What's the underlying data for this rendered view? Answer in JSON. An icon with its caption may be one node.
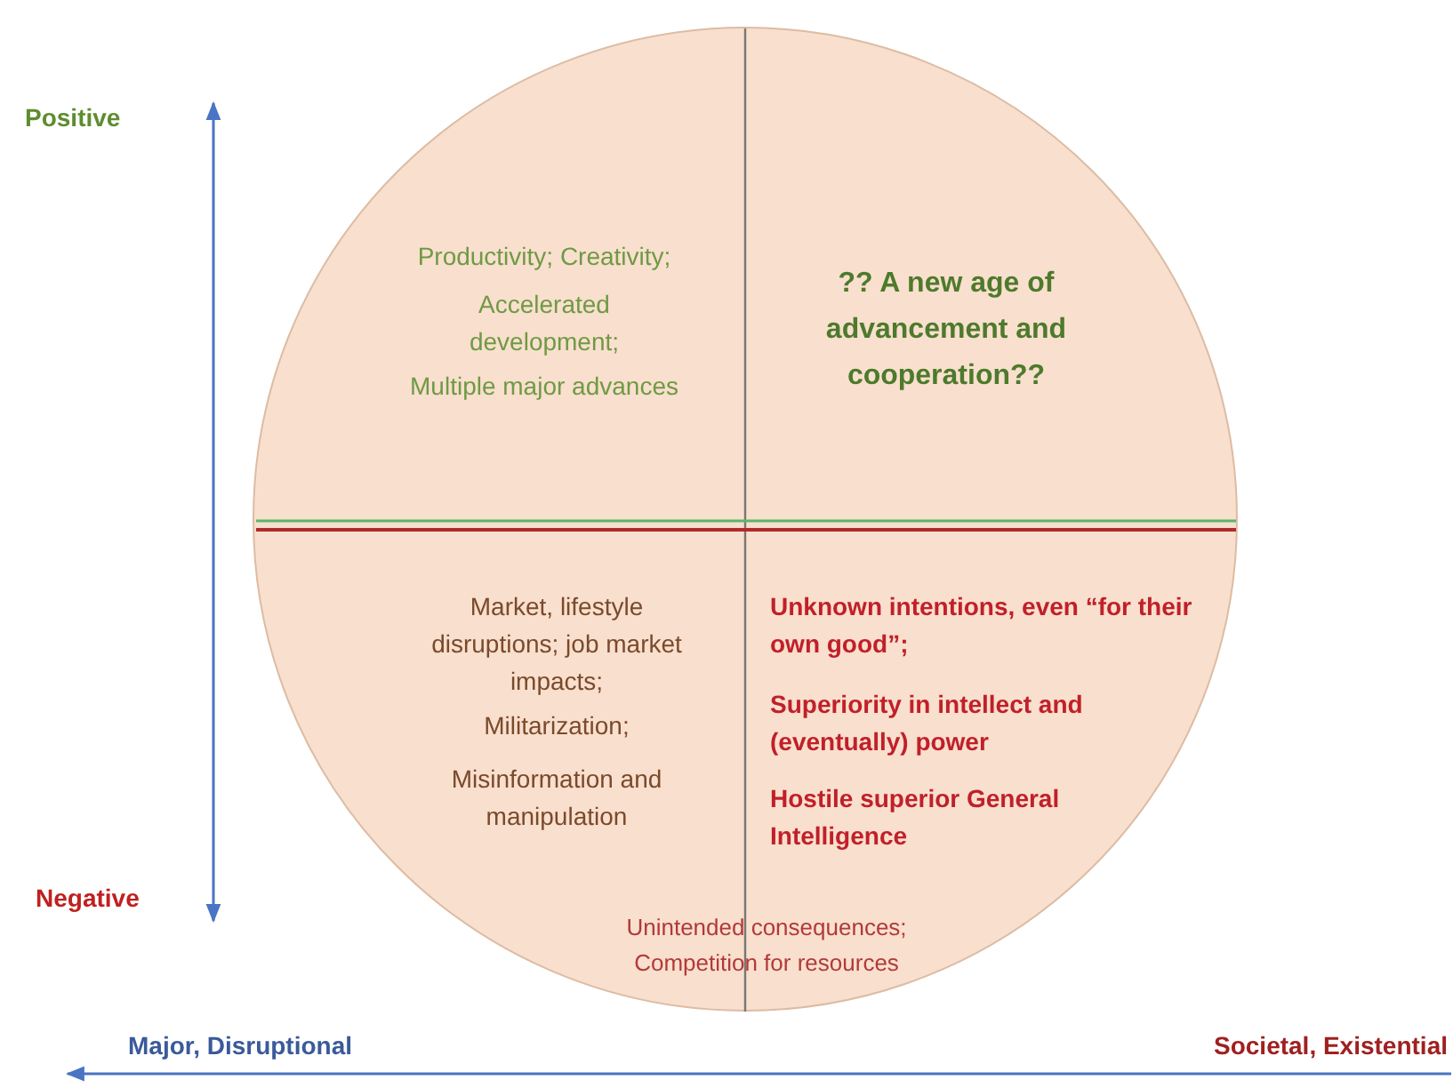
{
  "diagram": {
    "nodes": [
      {
        "text": [
          "Productivity; Creativity;",
          "Accelerated development;",
          "Multiple major advances",
          "?? A new age of advancement and cooperation??",
          "Market, lifestyle disruptions; job market impacts;",
          "Militarization;",
          "Misinformation and manipulation",
          "Unknown intentions, even “for their own good”;",
          "Superiority in intellect and (eventually) power",
          "Hostile superior General Intelligence",
          "Unintended consequences; Competition for resources"
        ]
      }
    ],
    "labels": [
      "Positive",
      "Negative",
      "Major, Disruptional",
      "Societal, Existential"
    ]
  }
}
